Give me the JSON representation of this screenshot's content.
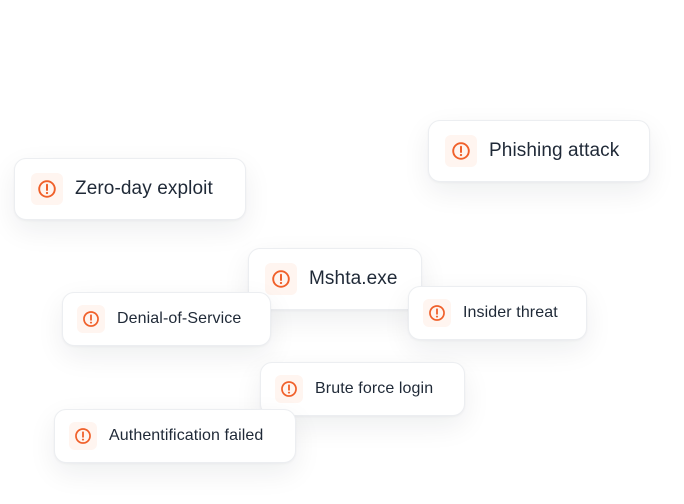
{
  "colors": {
    "alert_accent": "#f0602a",
    "icon_background": "#fff5f0",
    "chip_text": "#1f2937",
    "chip_border": "#eceef1"
  },
  "alerts": [
    {
      "id": "zero-day",
      "label": "Zero-day exploit",
      "icon": "alert-circle-icon"
    },
    {
      "id": "phishing",
      "label": "Phishing attack",
      "icon": "alert-circle-icon"
    },
    {
      "id": "mshta",
      "label": "Mshta.exe",
      "icon": "alert-circle-icon"
    },
    {
      "id": "dos",
      "label": "Denial-of-Service",
      "icon": "alert-circle-icon"
    },
    {
      "id": "insider",
      "label": "Insider threat",
      "icon": "alert-circle-icon"
    },
    {
      "id": "brute",
      "label": "Brute force login",
      "icon": "alert-circle-icon"
    },
    {
      "id": "auth",
      "label": "Authentification failed",
      "icon": "alert-circle-icon"
    }
  ]
}
